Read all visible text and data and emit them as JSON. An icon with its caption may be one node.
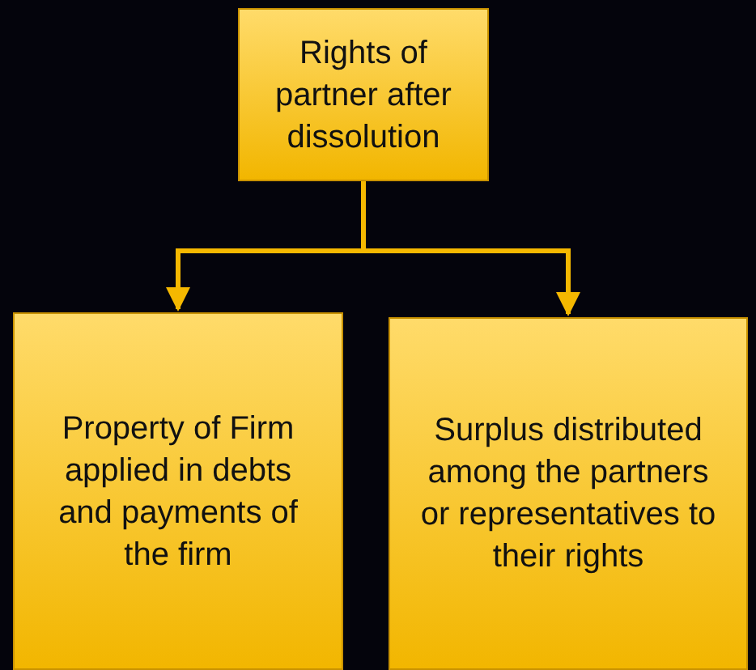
{
  "diagram": {
    "nodes": [
      {
        "text": [
          "Rights of partner after dissolution"
        ]
      },
      {
        "text": [
          "Property of Firm applied in debts and payments of the firm"
        ]
      },
      {
        "text": [
          "Surplus distributed among the partners or representatives to their rights"
        ]
      }
    ],
    "edges": [
      {
        "from": 0,
        "to": 1,
        "arrow": "to"
      },
      {
        "from": 0,
        "to": 2,
        "arrow": "to"
      }
    ]
  }
}
